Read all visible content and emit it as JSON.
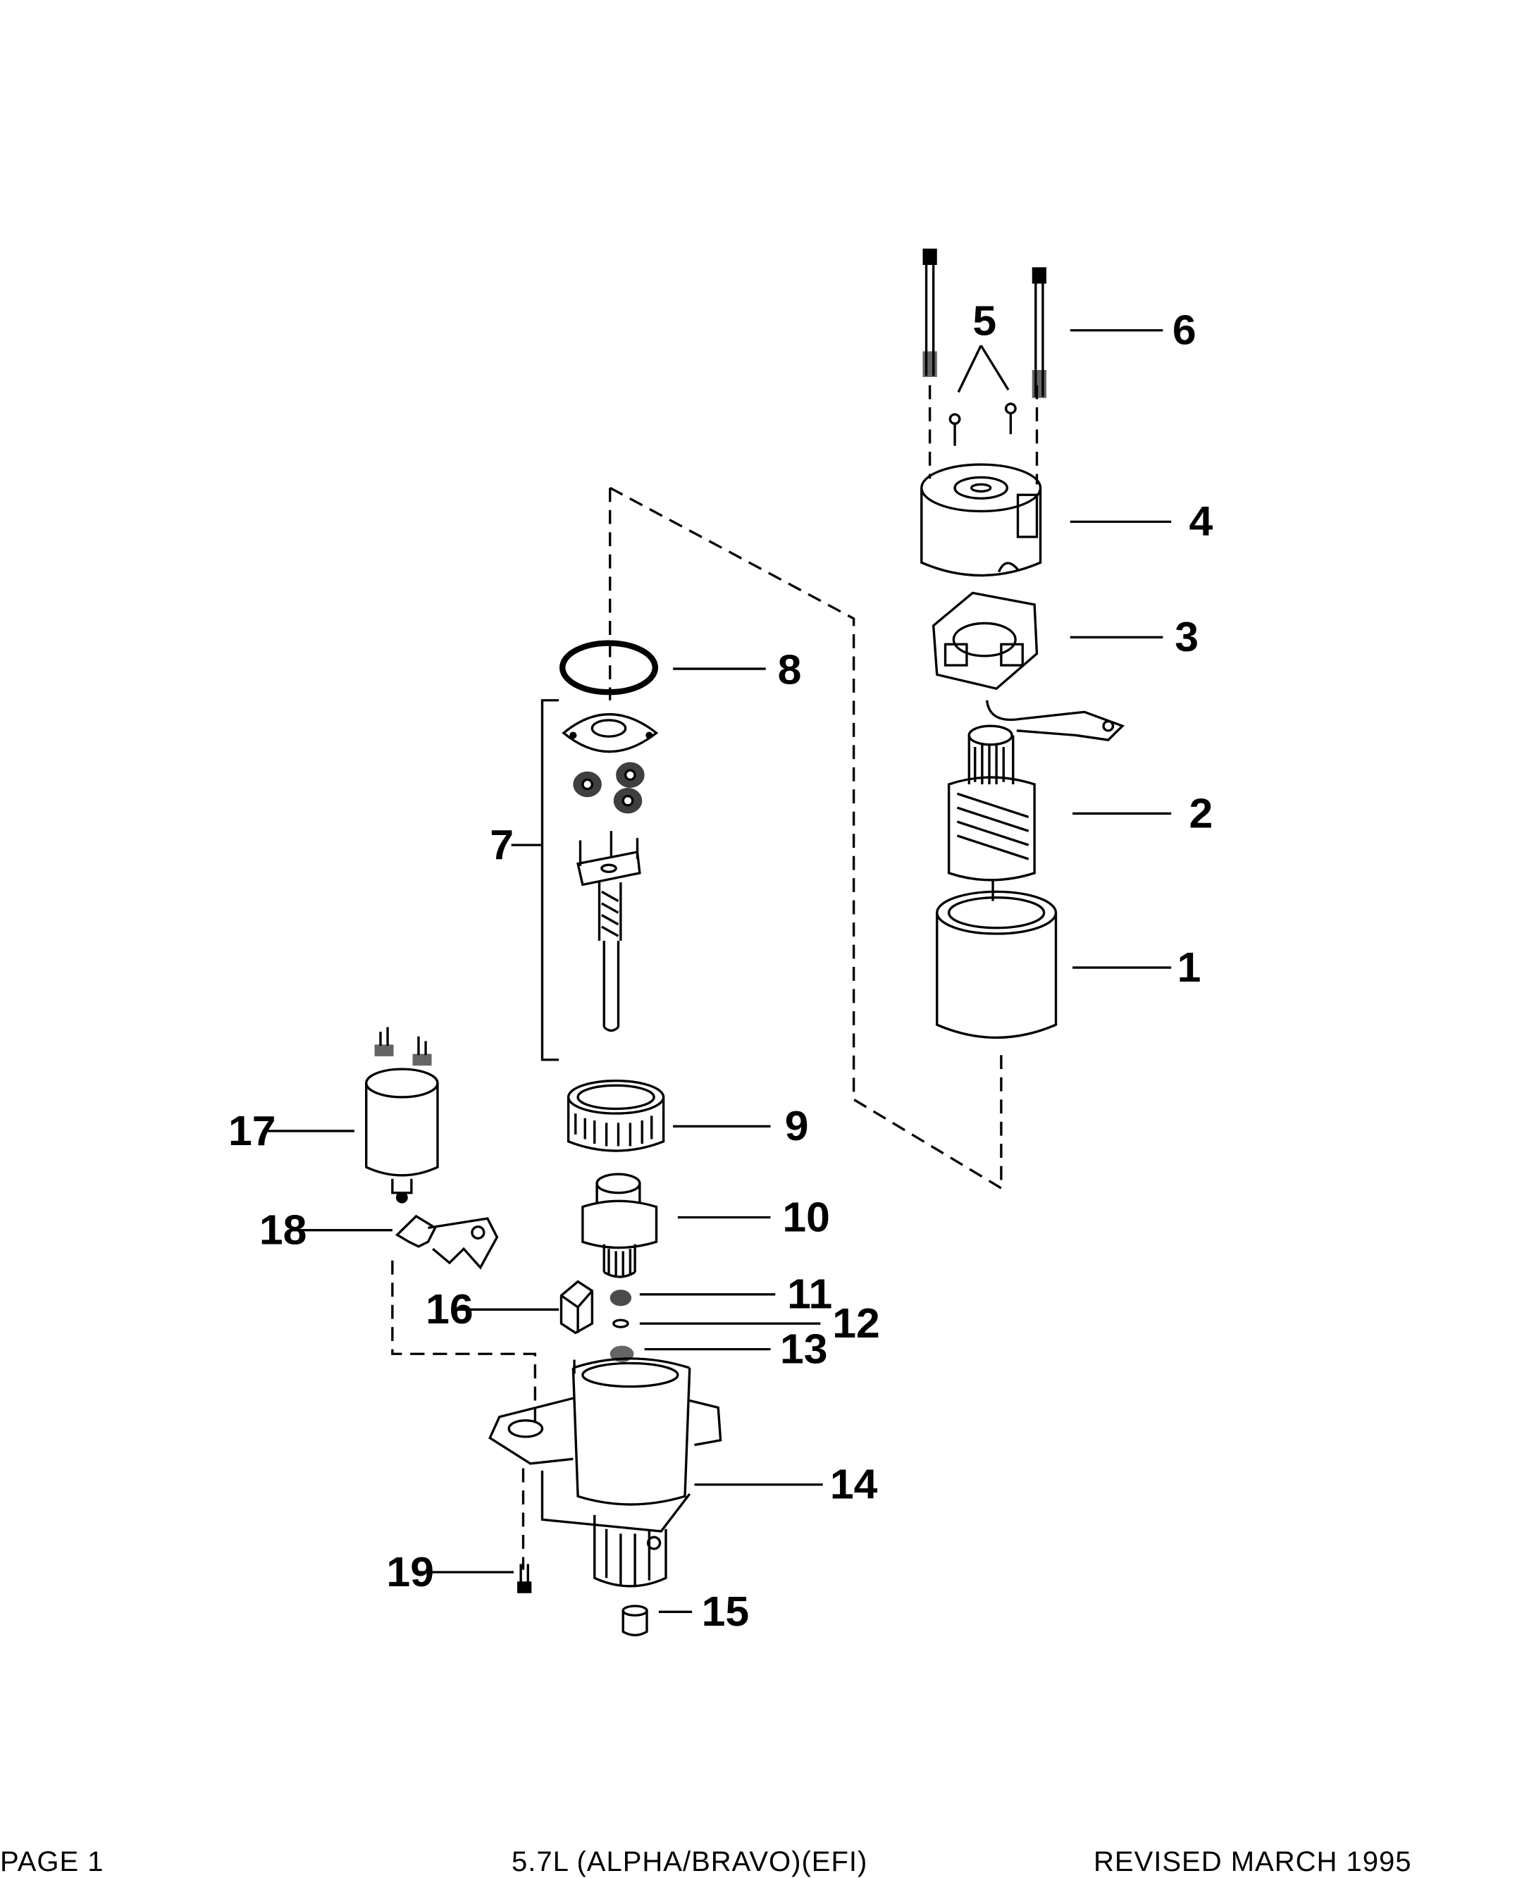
{
  "callouts": {
    "c1": "1",
    "c2": "2",
    "c3": "3",
    "c4": "4",
    "c5": "5",
    "c6": "6",
    "c7": "7",
    "c8": "8",
    "c9": "9",
    "c10": "10",
    "c11": "11",
    "c12": "12",
    "c13": "13",
    "c14": "14",
    "c15": "15",
    "c16": "16",
    "c17": "17",
    "c18": "18",
    "c19": "19"
  },
  "footer": {
    "left": "PAGE 1",
    "center": "5.7L (ALPHA/BRAVO)(EFI)",
    "right": "REVISED MARCH 1995"
  }
}
